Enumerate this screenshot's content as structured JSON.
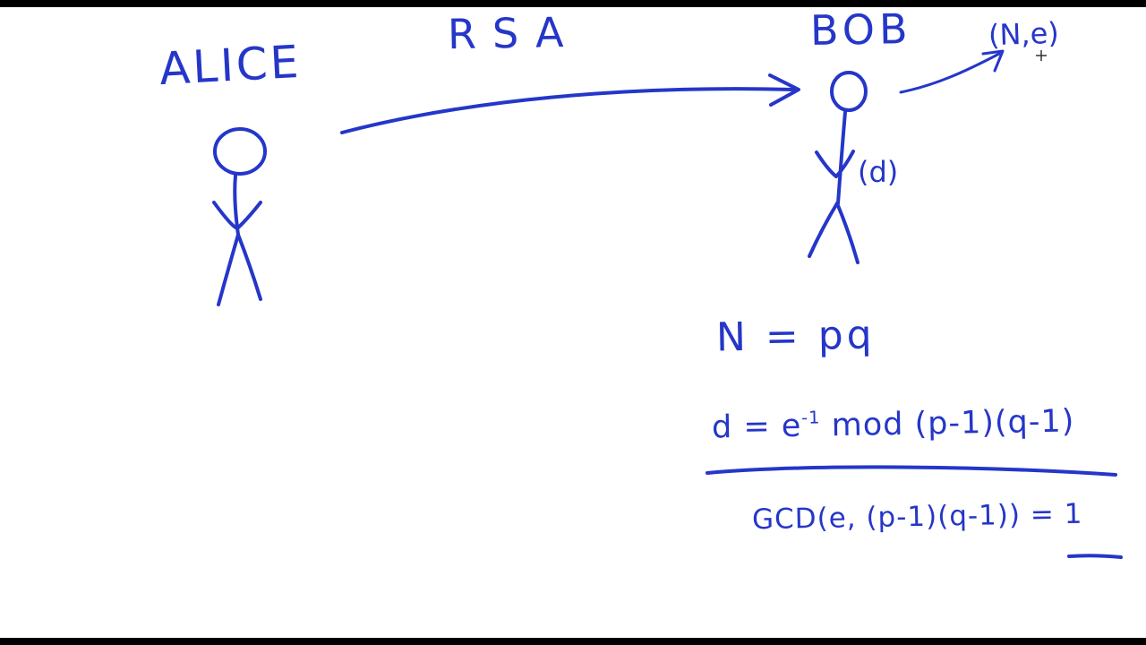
{
  "meta": {
    "description": "Hand-drawn whiteboard sketch explaining RSA key setup between Alice and Bob"
  },
  "colors": {
    "ink": "#2536c9",
    "background": "#ffffff",
    "letterbox": "#000000",
    "cursor": "#333333"
  },
  "labels": {
    "alice": "ALICE",
    "rsa": "RSA",
    "bob": "BOB",
    "public_key": "(N,e)",
    "private_key": "(d)"
  },
  "equations": {
    "n_eq": "N = pq",
    "d_eq_prefix": "d = e",
    "d_eq_sup": "-1",
    "d_eq_suffix": " mod (p-1)(q-1)",
    "gcd_eq_prefix": "GCD(e, (p-1)(q-1)) = ",
    "gcd_eq_result": "1"
  }
}
